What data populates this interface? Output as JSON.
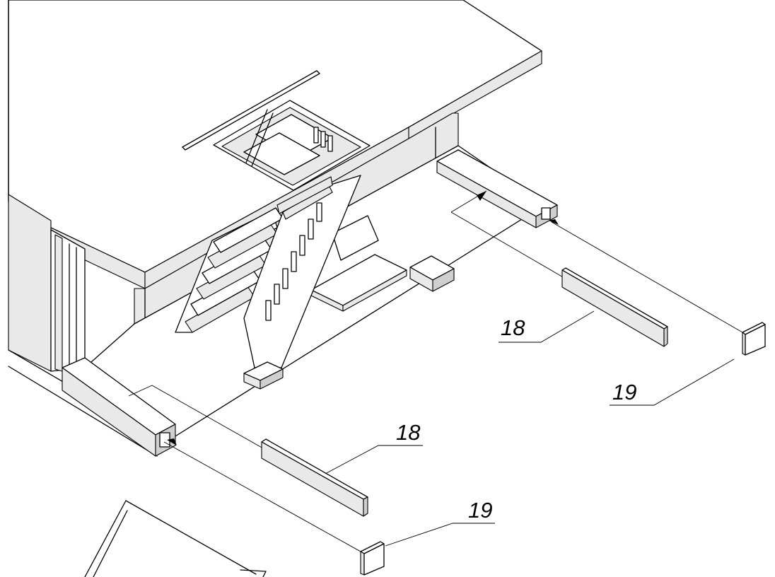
{
  "callouts": {
    "label_18_right": "18",
    "label_19_right": "19",
    "label_18_left": "18",
    "label_19_left": "19"
  }
}
